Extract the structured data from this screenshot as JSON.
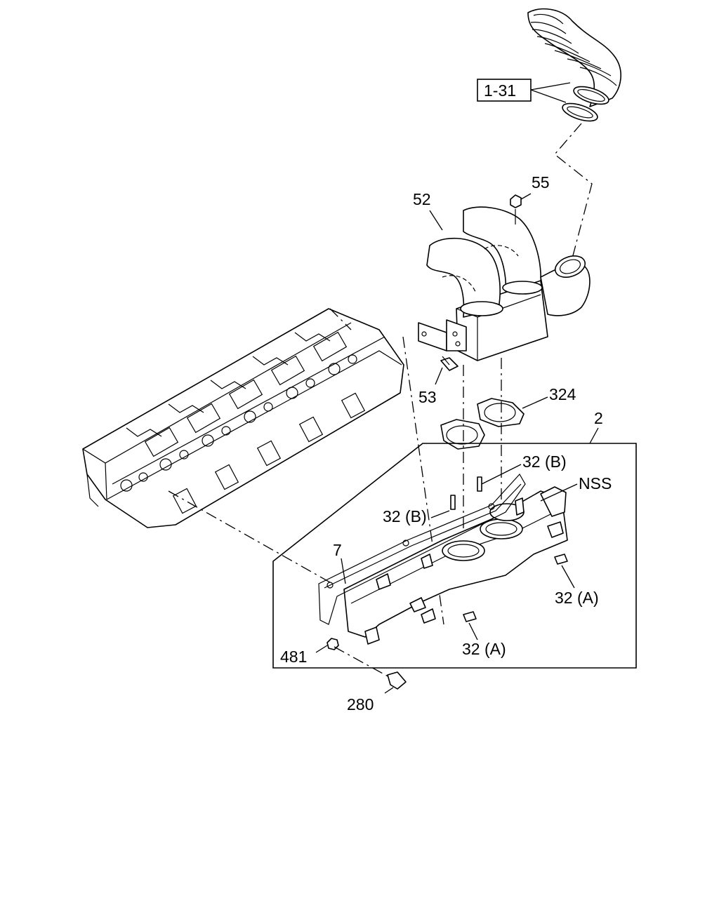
{
  "callouts": {
    "hose_ref": "1-31",
    "part_55": "55",
    "part_52": "52",
    "part_53": "53",
    "part_324": "324",
    "part_2": "2",
    "part_32b_upper": "32 (B)",
    "part_nss": "NSS",
    "part_32b_left": "32 (B)",
    "part_7": "7",
    "part_32a_right": "32 (A)",
    "part_32a_lower": "32 (A)",
    "part_481": "481",
    "part_280": "280"
  }
}
